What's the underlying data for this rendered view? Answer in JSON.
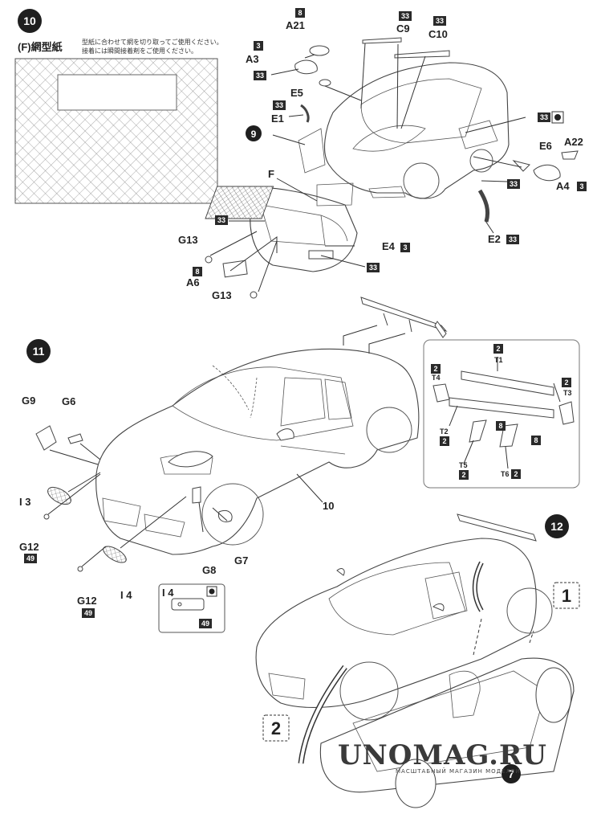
{
  "steps": {
    "s10": "10",
    "s11": "11",
    "s12": "12"
  },
  "mesh_card": {
    "title": "(F)網型紙",
    "note_line1": "型紙に合わせて網を切り取ってご使用ください。",
    "note_line2": "接着には瞬間接着剤をご使用ください。"
  },
  "part_labels": {
    "A21": "A21",
    "A3": "A3",
    "C9": "C9",
    "C10": "C10",
    "E5": "E5",
    "E1": "E1",
    "E6": "E6",
    "A22": "A22",
    "A4": "A4",
    "E2": "E2",
    "E4": "E4",
    "F": "F",
    "G13a": "G13",
    "G13b": "G13",
    "A6": "A6",
    "G9": "G9",
    "G6": "G6",
    "I3": "I 3",
    "G12a": "G12",
    "G12b": "G12",
    "I4a": "I 4",
    "I4b": "I 4",
    "G8": "G8",
    "G7": "G7",
    "body10": "10",
    "T1": "T1",
    "T2": "T2",
    "T3": "T3",
    "T4": "T4",
    "T5": "T5",
    "T6": "T6"
  },
  "color_codes": {
    "c8": "8",
    "c3": "3",
    "c33": "33",
    "c2": "2",
    "c49": "49"
  },
  "sub_steps": {
    "one": "1",
    "two": "2",
    "seven": "7"
  },
  "watermark": {
    "main": "UNOMAG.RU",
    "sub": "МАСШТАБНЫЙ МАГАЗИН МОДЕЛЕЙ"
  },
  "colors": {
    "ink": "#222222",
    "badge": "#2a2a2a",
    "paper": "#ffffff"
  }
}
